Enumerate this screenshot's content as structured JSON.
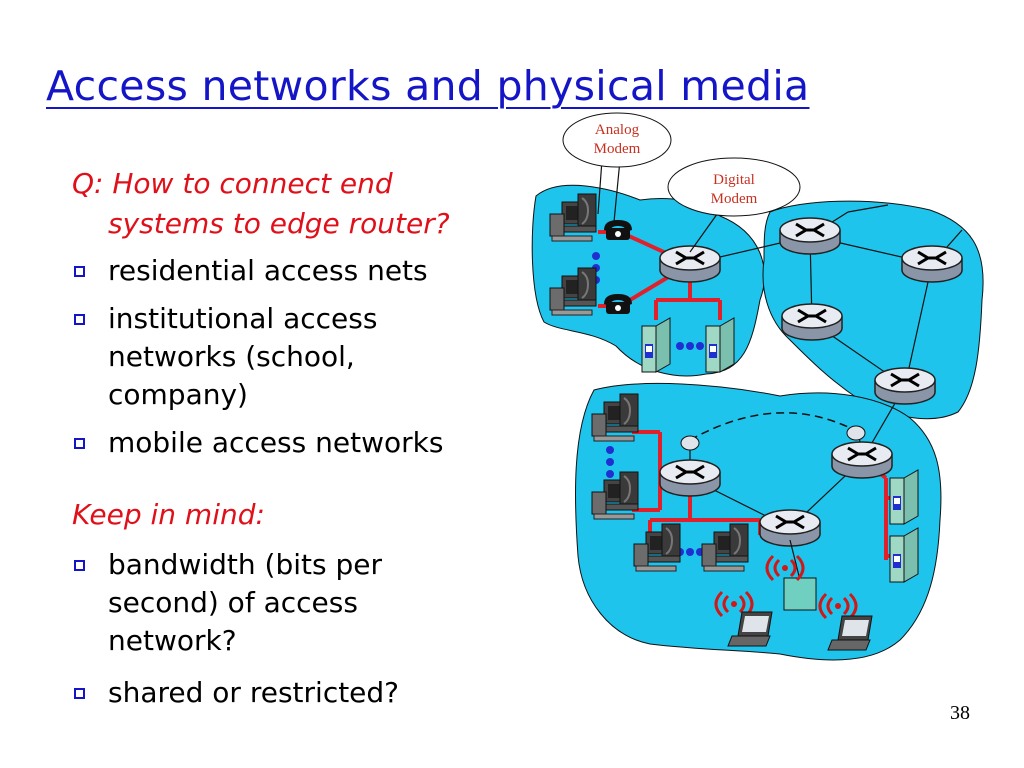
{
  "slide": {
    "title": "Access networks and physical media",
    "question_line1": "Q: How to connect end",
    "question_line2": "systems to edge router?",
    "bullets": [
      {
        "lines": [
          "residential access nets"
        ]
      },
      {
        "lines": [
          "institutional access",
          "networks (school,",
          "company)"
        ]
      },
      {
        "lines": [
          "mobile access networks"
        ]
      }
    ],
    "keep_in_mind": "Keep in mind:",
    "bullets2": [
      {
        "lines": [
          "bandwidth (bits per",
          "second) of access",
          "network?"
        ]
      },
      {
        "lines": [
          "shared or restricted?"
        ]
      }
    ],
    "page_number": "38"
  },
  "diagram": {
    "analog_modem_line1": "Analog",
    "analog_modem_line2": "Modem",
    "digital_modem_line1": "Digital",
    "digital_modem_line2": "Modem",
    "colors": {
      "cloud": "#1ec4ec",
      "link_red": "#e0202a",
      "label_red": "#c83020"
    }
  }
}
